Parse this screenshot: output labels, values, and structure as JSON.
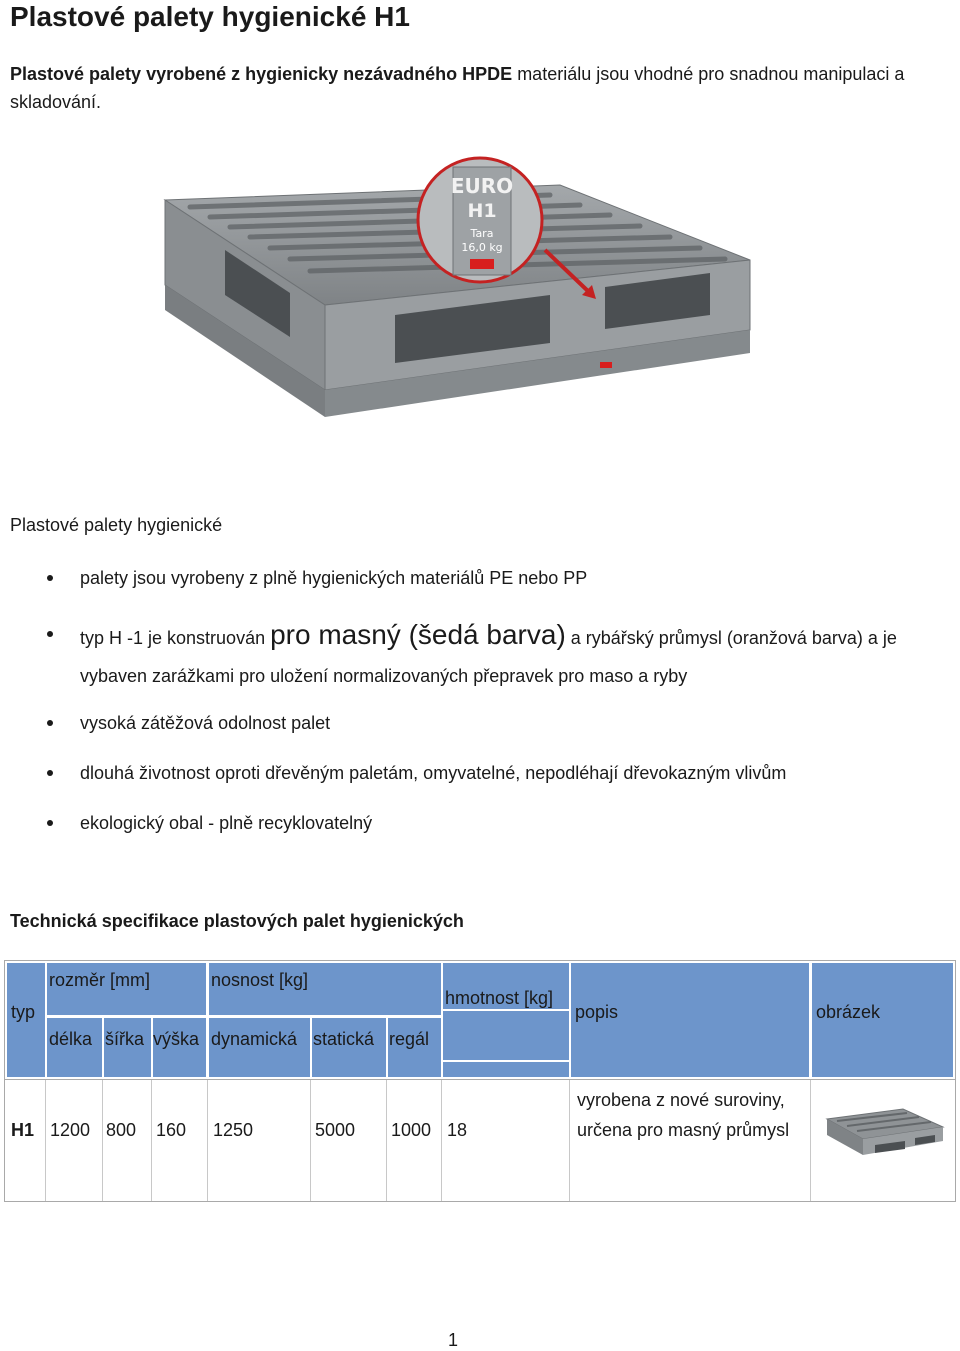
{
  "title": "Plastové palety hygienické H1",
  "intro": {
    "part1": "Plastové palety vyrobené z hygienicky nezávadného HPDE",
    "part2": " materiálu jsou vhodné pro snadnou manipulaci a skladování."
  },
  "hero_label": {
    "line1": "EURO",
    "line2": "H1",
    "line3": "Tara",
    "line4": "16,0 kg"
  },
  "section_heading": "Plastové palety hygienické",
  "bullets": [
    "palety jsou vyrobeny z plně hygienických materiálů PE nebo PP",
    {
      "a": "typ H -1 je konstruován ",
      "big": "pro masný (šedá barva)",
      "b": " a rybářský průmysl (oranžová barva) a je vybaven zarážkami pro uložení normalizovaných přepravek pro maso a ryby"
    },
    "vysoká zátěžová odolnost palet",
    "dlouhá životnost oproti dřevěným paletám, omyvatelné, nepodléhají dřevokazným vlivům",
    "ekologický obal - plně recyklovatelný"
  ],
  "spec_heading": "Technická specifikace plastových palet hygienických",
  "table": {
    "headers": {
      "typ": "typ",
      "rozmer": "rozměr [mm]",
      "nosnost": "nosnost [kg]",
      "hmotnost": "hmotnost [kg]",
      "popis": "popis",
      "obrazek": "obrázek",
      "delka": "délka",
      "sirka": "šířka",
      "vyska": "výška",
      "dynamicka": "dynamická",
      "staticka": "statická",
      "regal": "regál"
    },
    "row": {
      "typ": "H1",
      "delka": "1200",
      "sirka": "800",
      "vyska": "160",
      "dynamicka": "1250",
      "staticka": "5000",
      "regal": "1000",
      "hmotnost": "18",
      "popis": "vyrobena z nové suroviny, určena pro masný průmysl"
    }
  },
  "page_number": "1",
  "colors": {
    "header_fill": "#6d95cb",
    "pallet_gray": "#8f9396",
    "callout_red": "#d81e1e"
  }
}
